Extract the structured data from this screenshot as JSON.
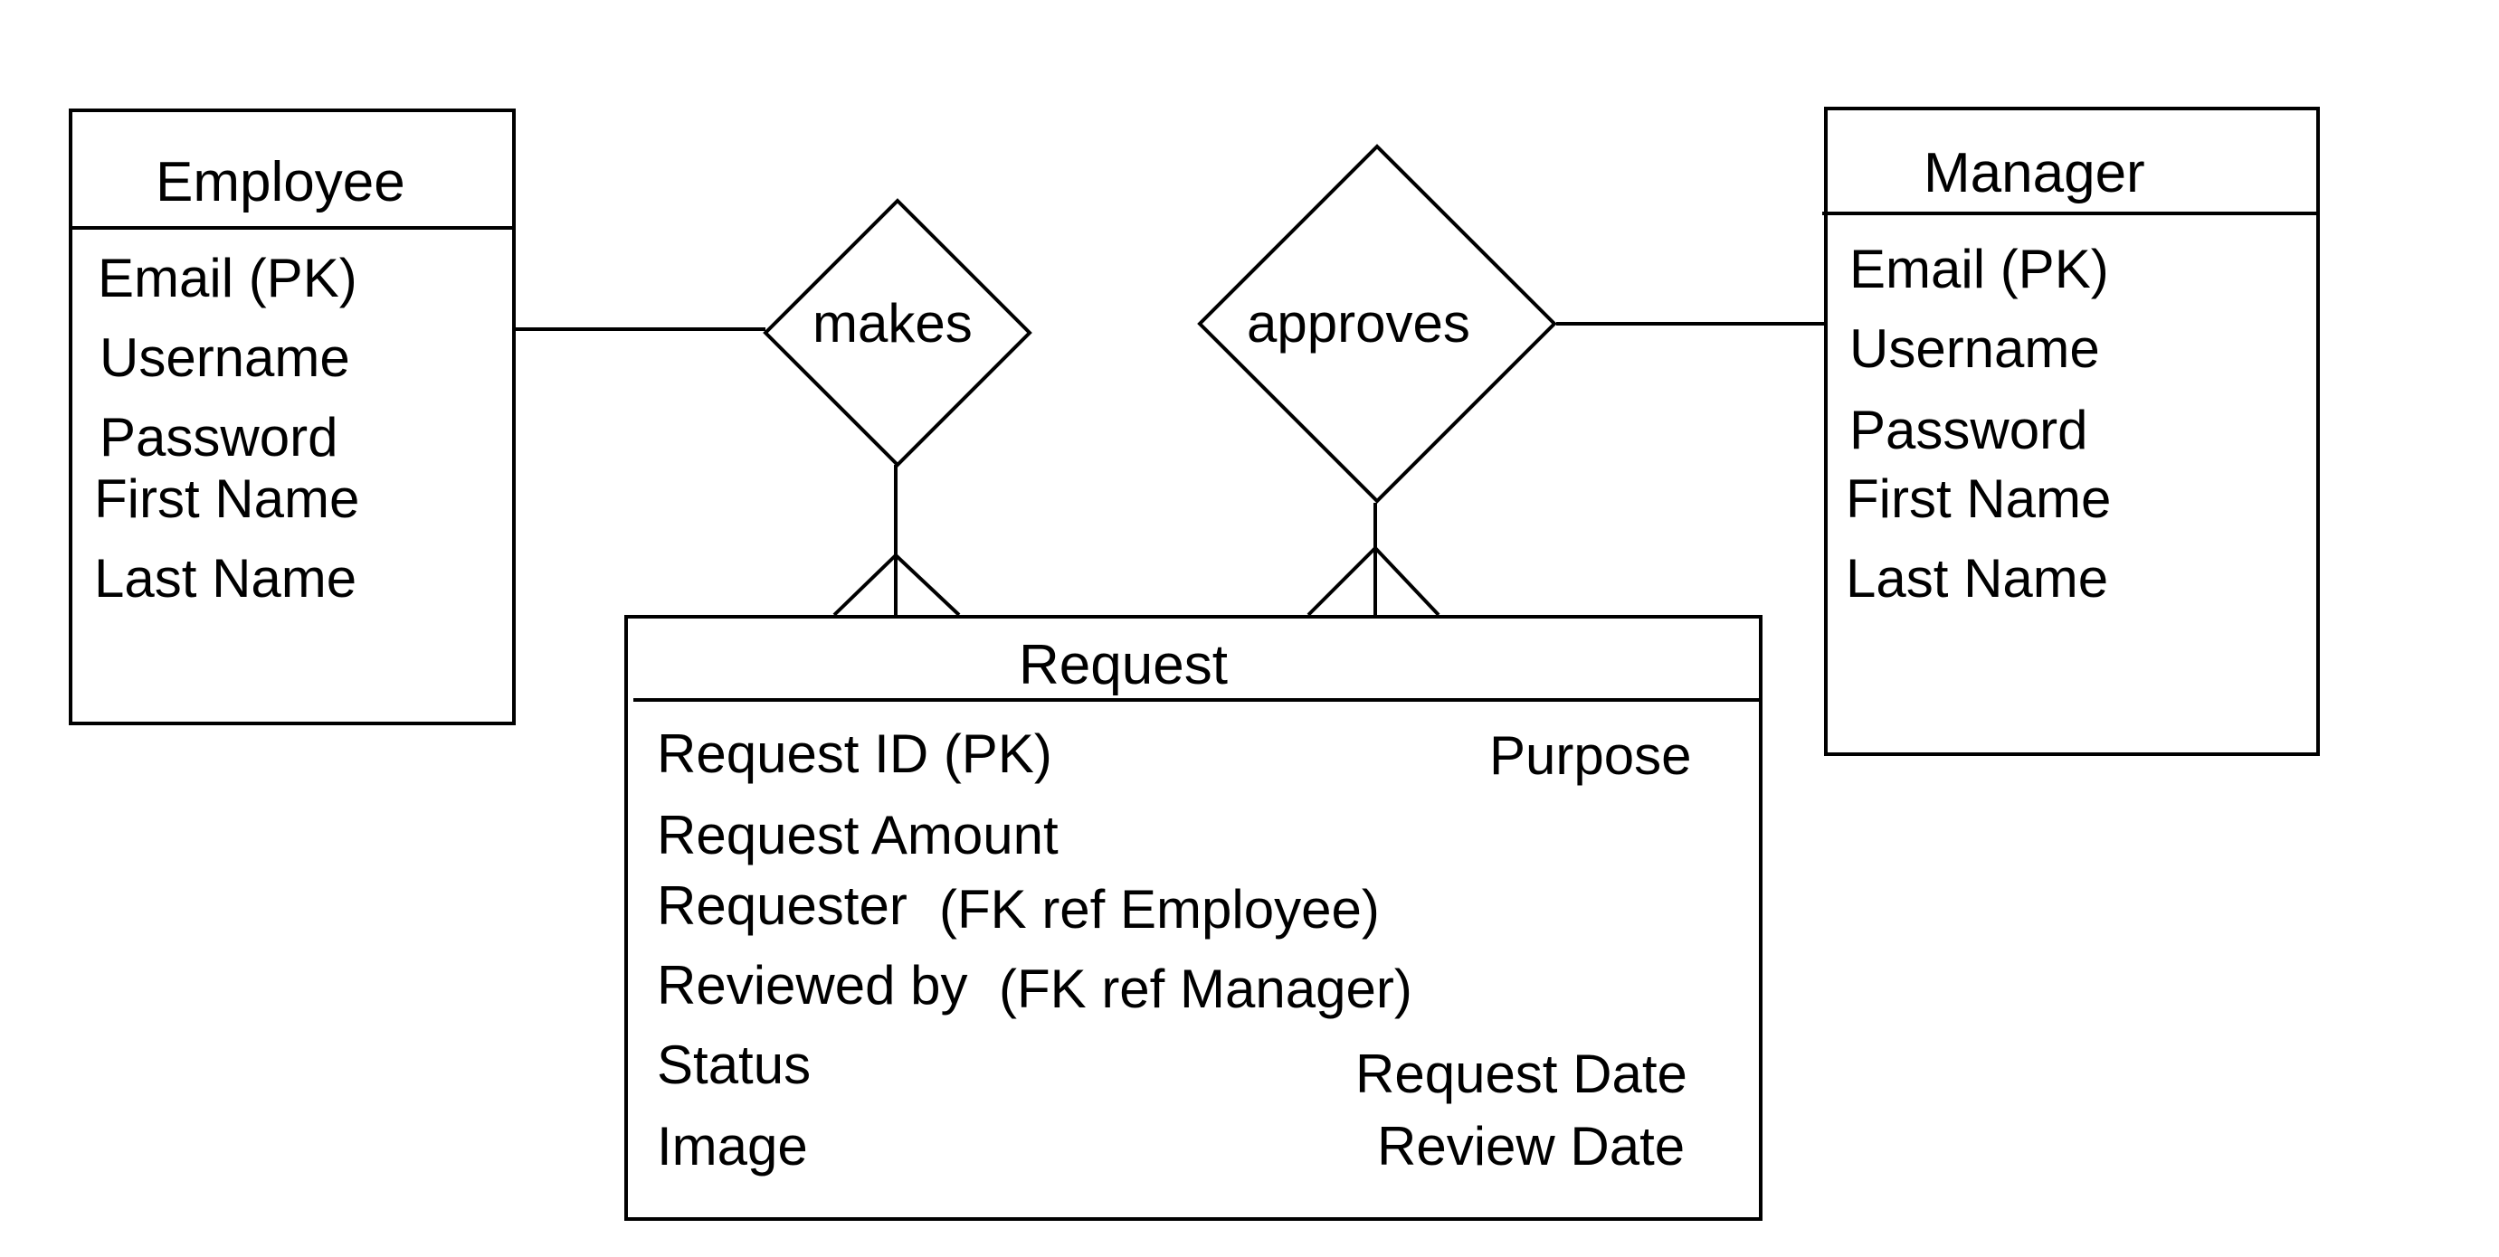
{
  "entities": {
    "employee": {
      "title": "Employee",
      "attributes": [
        "Email (PK)",
        "Username",
        "Password",
        "First Name",
        "Last Name"
      ]
    },
    "manager": {
      "title": "Manager",
      "attributes": [
        "Email (PK)",
        "Username",
        "Password",
        "First Name",
        "Last Name"
      ]
    },
    "request": {
      "title": "Request",
      "attributes_left": [
        "Request ID (PK)",
        "Request Amount",
        "Requester",
        "Reviewed by",
        "Status",
        "Image"
      ],
      "fk_notes": [
        "(FK ref Employee)",
        "(FK ref Manager)"
      ],
      "attributes_right": [
        "Purpose",
        "Request Date",
        "Review Date"
      ]
    }
  },
  "relationships": {
    "makes": "makes",
    "approves": "approves"
  }
}
